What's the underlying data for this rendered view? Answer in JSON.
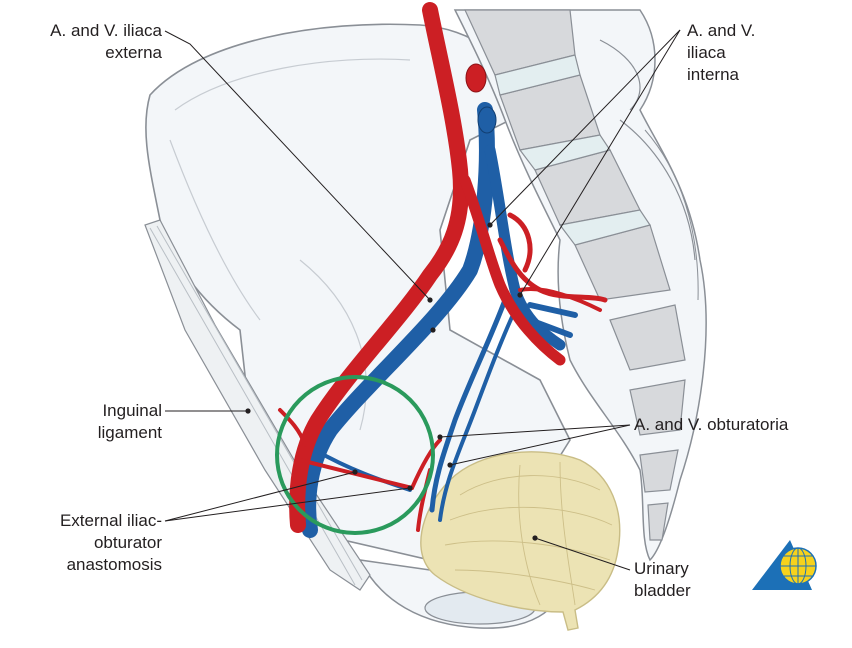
{
  "labels": {
    "iliaca_externa": [
      "A. and V. iliaca",
      "externa"
    ],
    "iliaca_interna": [
      "A. and V.",
      "iliaca",
      "interna"
    ],
    "inguinal_ligament": [
      "Inguinal",
      "ligament"
    ],
    "obturatoria": "A. and V. obturatoria",
    "anastomosis": [
      "External iliac-",
      "obturator",
      "anastomosis"
    ],
    "urinary_bladder": [
      "Urinary",
      "bladder"
    ]
  },
  "colors": {
    "artery": "#cc1f24",
    "vein": "#1f5fa6",
    "bone_fill": "#f3f6f9",
    "bone_outline": "#8a8f96",
    "vertebra": "#d7d9dc",
    "disc": "#e3eef0",
    "bladder": "#ece3b4",
    "circle": "#2a9a5c",
    "leader": "#231f20",
    "logo_blue": "#1c70b7",
    "logo_yellow": "#f7d21c"
  },
  "icons": {
    "logo": "globe-triangle-logo"
  }
}
